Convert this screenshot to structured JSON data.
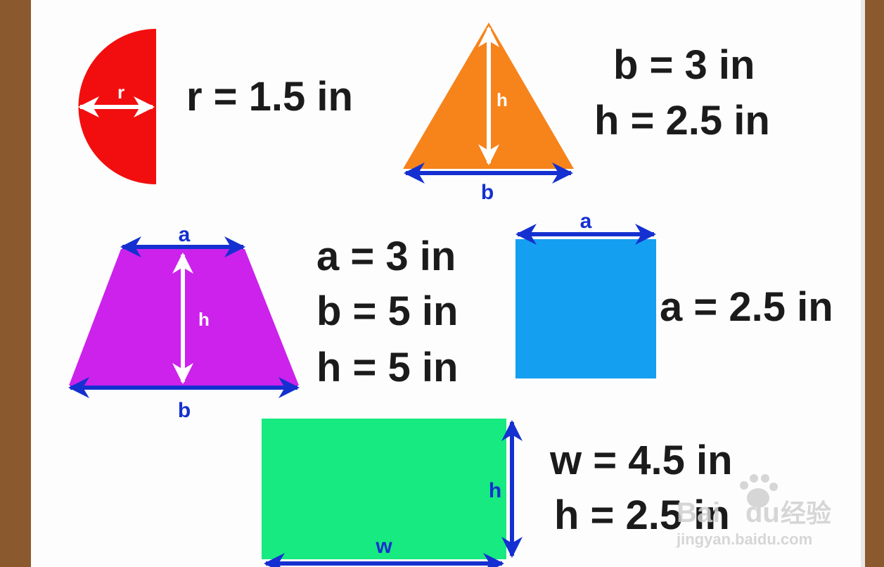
{
  "semicircle": {
    "color": "#f20e0e",
    "arrow_label": "r",
    "values": [
      "r = 1.5 in"
    ]
  },
  "triangle": {
    "color": "#f7831b",
    "height_label": "h",
    "base_label": "b",
    "values": [
      "b = 3 in",
      "h = 2.5 in"
    ]
  },
  "trapezoid": {
    "color": "#cc22ec",
    "top_label": "a",
    "height_label": "h",
    "bottom_label": "b",
    "values": [
      "a = 3 in",
      "b = 5 in",
      "h = 5 in"
    ]
  },
  "square": {
    "color": "#159ff0",
    "side_label": "a",
    "values": [
      "a = 2.5 in"
    ]
  },
  "rectangle": {
    "color": "#17ea80",
    "height_label": "h",
    "width_label": "w",
    "values": [
      "w = 4.5 in",
      "h = 2.5 in"
    ]
  },
  "watermark": {
    "brand": "Bai",
    "brand2": "du",
    "brand_cn": "经验",
    "url": "jingyan.baidu.com"
  },
  "colors": {
    "arrow_white": "#ffffff",
    "arrow_blue": "#1530d0",
    "frame": "#8a5a2e"
  }
}
